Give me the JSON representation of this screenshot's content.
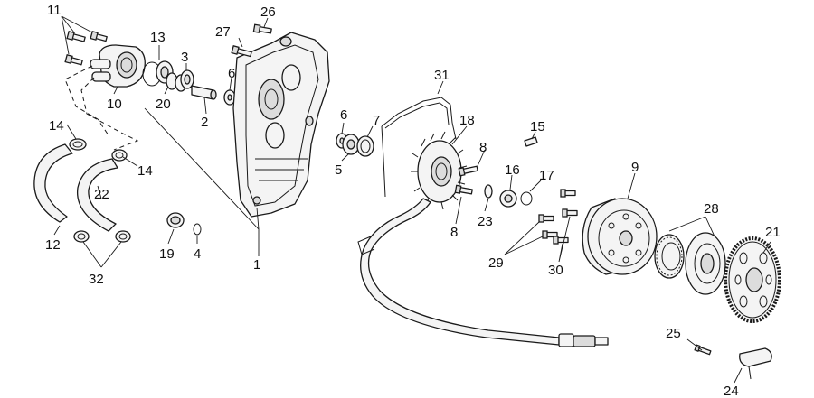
{
  "callouts": [
    {
      "id": "c1",
      "text": "1"
    },
    {
      "id": "c2",
      "text": "2"
    },
    {
      "id": "c3",
      "text": "3"
    },
    {
      "id": "c4",
      "text": "4"
    },
    {
      "id": "c5",
      "text": "5"
    },
    {
      "id": "c6a",
      "text": "6"
    },
    {
      "id": "c6b",
      "text": "6"
    },
    {
      "id": "c7",
      "text": "7"
    },
    {
      "id": "c8a",
      "text": "8"
    },
    {
      "id": "c8b",
      "text": "8"
    },
    {
      "id": "c9",
      "text": "9"
    },
    {
      "id": "c10",
      "text": "10"
    },
    {
      "id": "c11",
      "text": "11"
    },
    {
      "id": "c12",
      "text": "12"
    },
    {
      "id": "c13",
      "text": "13"
    },
    {
      "id": "c14a",
      "text": "14"
    },
    {
      "id": "c14b",
      "text": "14"
    },
    {
      "id": "c15",
      "text": "15"
    },
    {
      "id": "c16",
      "text": "16"
    },
    {
      "id": "c17",
      "text": "17"
    },
    {
      "id": "c18",
      "text": "18"
    },
    {
      "id": "c19",
      "text": "19"
    },
    {
      "id": "c20",
      "text": "20"
    },
    {
      "id": "c21",
      "text": "21"
    },
    {
      "id": "c22",
      "text": "22"
    },
    {
      "id": "c23",
      "text": "23"
    },
    {
      "id": "c24",
      "text": "24"
    },
    {
      "id": "c25",
      "text": "25"
    },
    {
      "id": "c26",
      "text": "26"
    },
    {
      "id": "c27",
      "text": "27"
    },
    {
      "id": "c28",
      "text": "28"
    },
    {
      "id": "c29",
      "text": "29"
    },
    {
      "id": "c30",
      "text": "30"
    },
    {
      "id": "c31",
      "text": "31"
    },
    {
      "id": "c32",
      "text": "32"
    }
  ]
}
